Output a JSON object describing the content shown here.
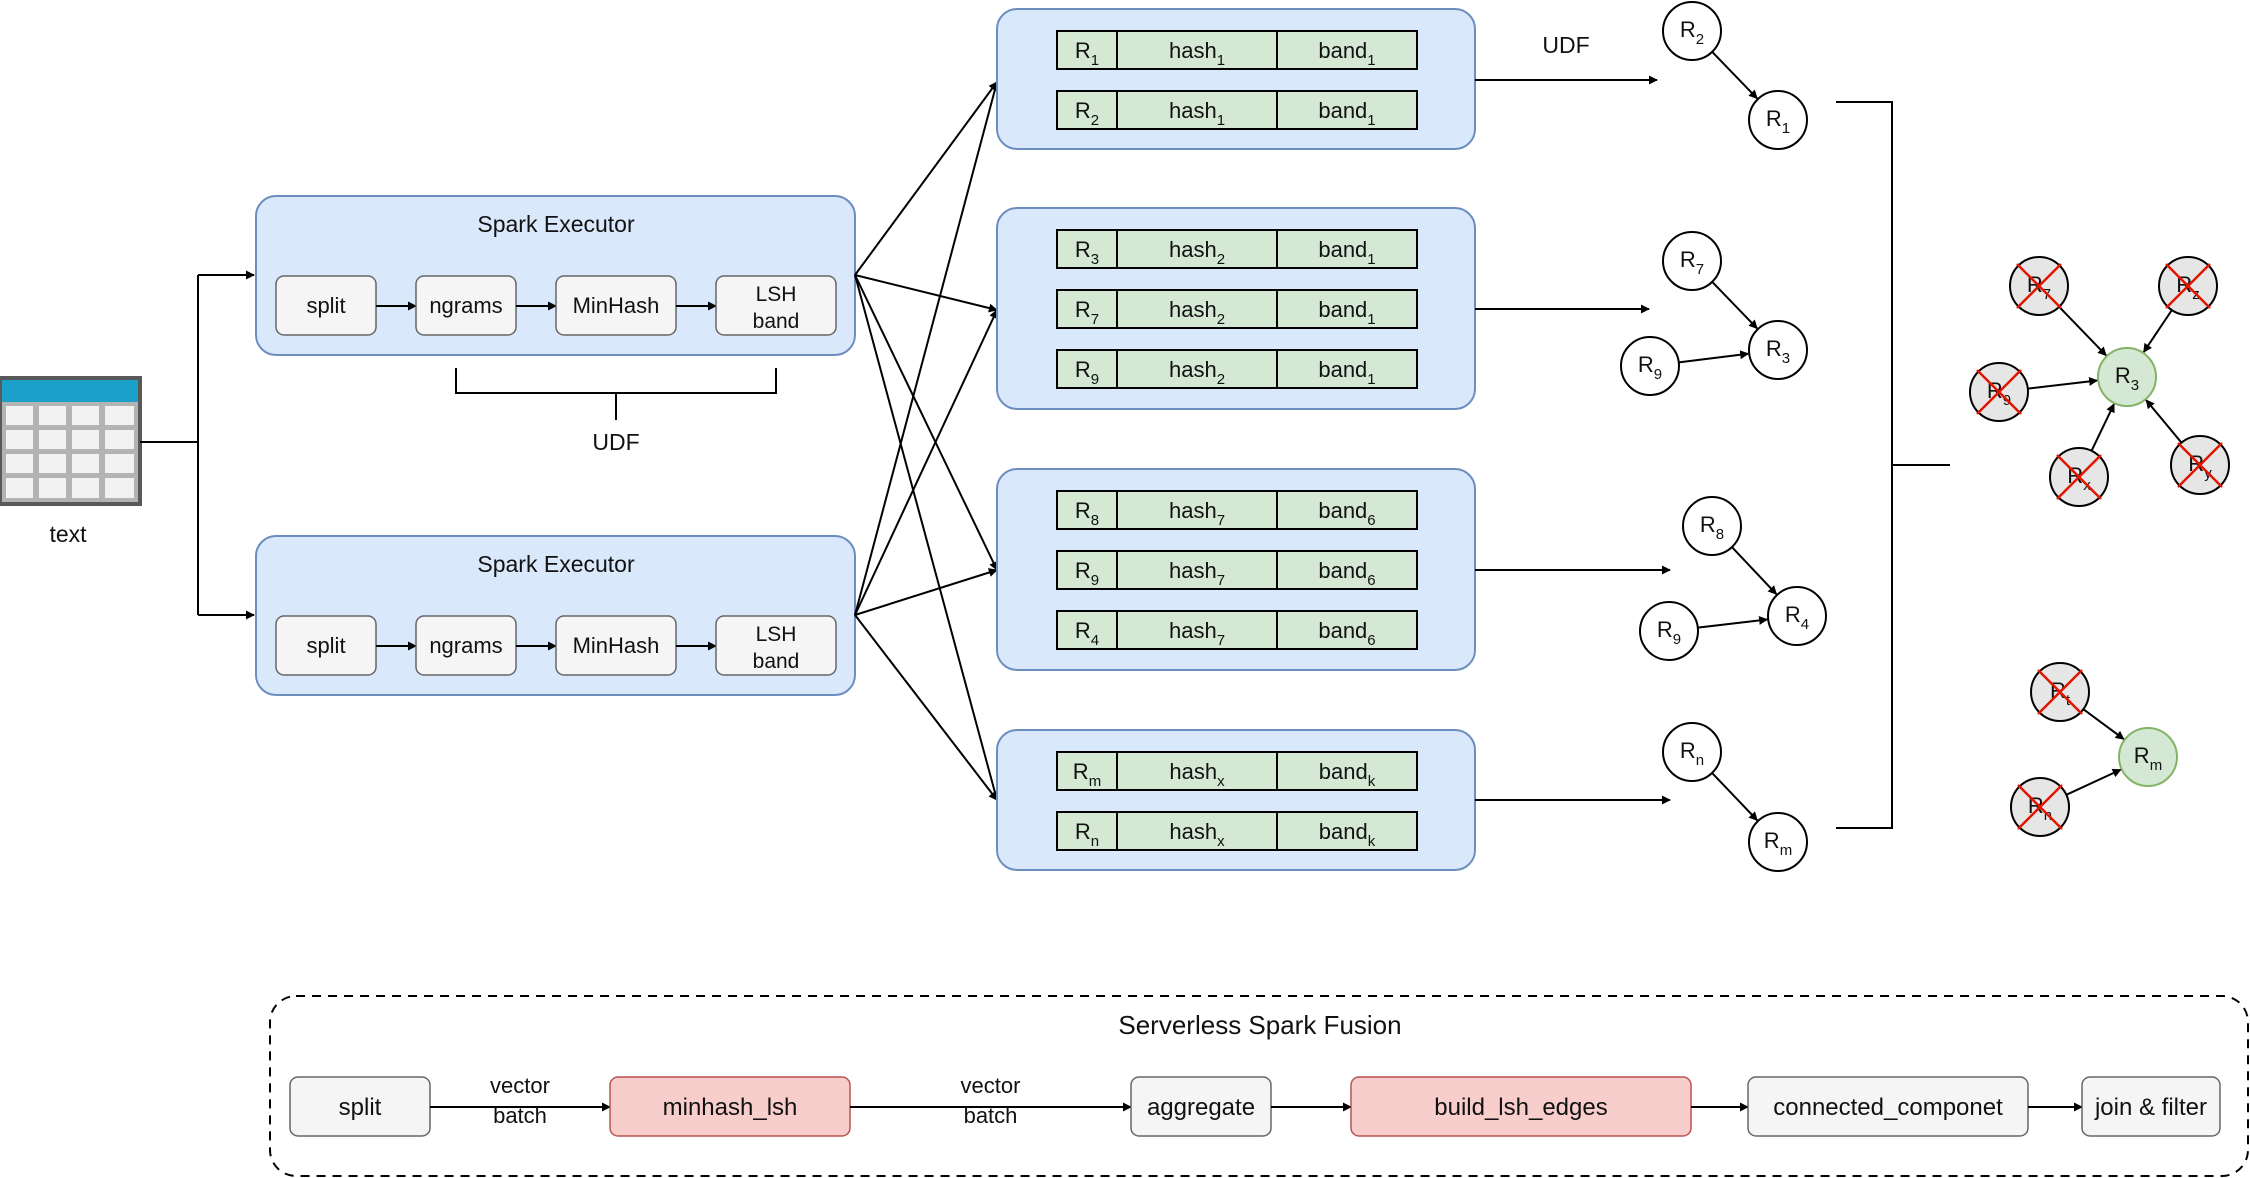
{
  "input_label": "text",
  "executors": [
    {
      "title": "Spark Executor",
      "steps": [
        "split",
        "ngrams",
        "MinHash",
        "LSH band"
      ]
    },
    {
      "title": "Spark Executor",
      "steps": [
        "split",
        "ngrams",
        "MinHash",
        "LSH band"
      ]
    }
  ],
  "udf_brace_label": "UDF",
  "udf_arrow_label": "UDF",
  "partitions": [
    {
      "rows": [
        {
          "r": [
            "R",
            "1"
          ],
          "hash": [
            "hash",
            "1"
          ],
          "band": [
            "band",
            "1"
          ]
        },
        {
          "r": [
            "R",
            "2"
          ],
          "hash": [
            "hash",
            "1"
          ],
          "band": [
            "band",
            "1"
          ]
        }
      ]
    },
    {
      "rows": [
        {
          "r": [
            "R",
            "3"
          ],
          "hash": [
            "hash",
            "2"
          ],
          "band": [
            "band",
            "1"
          ]
        },
        {
          "r": [
            "R",
            "7"
          ],
          "hash": [
            "hash",
            "2"
          ],
          "band": [
            "band",
            "1"
          ]
        },
        {
          "r": [
            "R",
            "9"
          ],
          "hash": [
            "hash",
            "2"
          ],
          "band": [
            "band",
            "1"
          ]
        }
      ]
    },
    {
      "rows": [
        {
          "r": [
            "R",
            "8"
          ],
          "hash": [
            "hash",
            "7"
          ],
          "band": [
            "band",
            "6"
          ]
        },
        {
          "r": [
            "R",
            "9"
          ],
          "hash": [
            "hash",
            "7"
          ],
          "band": [
            "band",
            "6"
          ]
        },
        {
          "r": [
            "R",
            "4"
          ],
          "hash": [
            "hash",
            "7"
          ],
          "band": [
            "band",
            "6"
          ]
        }
      ]
    },
    {
      "rows": [
        {
          "r": [
            "R",
            "m"
          ],
          "hash": [
            "hash",
            "x"
          ],
          "band": [
            "band",
            "k"
          ]
        },
        {
          "r": [
            "R",
            "n"
          ],
          "hash": [
            "hash",
            "x"
          ],
          "band": [
            "band",
            "k"
          ]
        }
      ]
    }
  ],
  "graphs": [
    {
      "edges": [
        [
          [
            "R",
            "2"
          ],
          [
            "R",
            "1"
          ]
        ]
      ]
    },
    {
      "edges": [
        [
          [
            "R",
            "7"
          ],
          [
            "R",
            "3"
          ]
        ],
        [
          [
            "R",
            "9"
          ],
          [
            "R",
            "3"
          ]
        ]
      ]
    },
    {
      "edges": [
        [
          [
            "R",
            "8"
          ],
          [
            "R",
            "4"
          ]
        ],
        [
          [
            "R",
            "9"
          ],
          [
            "R",
            "4"
          ]
        ]
      ]
    },
    {
      "edges": [
        [
          [
            "R",
            "n"
          ],
          [
            "R",
            "m"
          ]
        ]
      ]
    }
  ],
  "merged": [
    {
      "center": [
        "R",
        "3"
      ],
      "removed": [
        [
          "R",
          "7"
        ],
        [
          "R",
          "z"
        ],
        [
          "R",
          "9"
        ],
        [
          "R",
          "x"
        ],
        [
          "R",
          "y"
        ]
      ]
    },
    {
      "center": [
        "R",
        "m"
      ],
      "removed": [
        [
          "R",
          "t"
        ],
        [
          "R",
          "n"
        ]
      ]
    }
  ],
  "fusion": {
    "title": "Serverless Spark Fusion",
    "steps": [
      {
        "label": "split",
        "highlight": false
      },
      {
        "label": "minhash_lsh",
        "highlight": true
      },
      {
        "label": "aggregate",
        "highlight": false
      },
      {
        "label": "build_lsh_edges",
        "highlight": true
      },
      {
        "label": "connected_componet",
        "highlight": false
      },
      {
        "label": "join & filter",
        "highlight": false
      }
    ],
    "edge_labels": [
      "vector",
      "batch"
    ]
  },
  "colors": {
    "executor_fill": "#dae8fc",
    "executor_stroke": "#6c8ebf",
    "step_fill": "#f5f5f5",
    "step_stroke": "#666666",
    "cell_fill": "#d5e8d4",
    "highlight_fill": "#f8cecc",
    "highlight_stroke": "#b85450",
    "node_removed_fill": "#e6e6e6",
    "node_center_fill": "#d5e8d4",
    "node_center_stroke": "#82b366",
    "cross": "#e51400",
    "table_header": "#1ba1c9"
  }
}
